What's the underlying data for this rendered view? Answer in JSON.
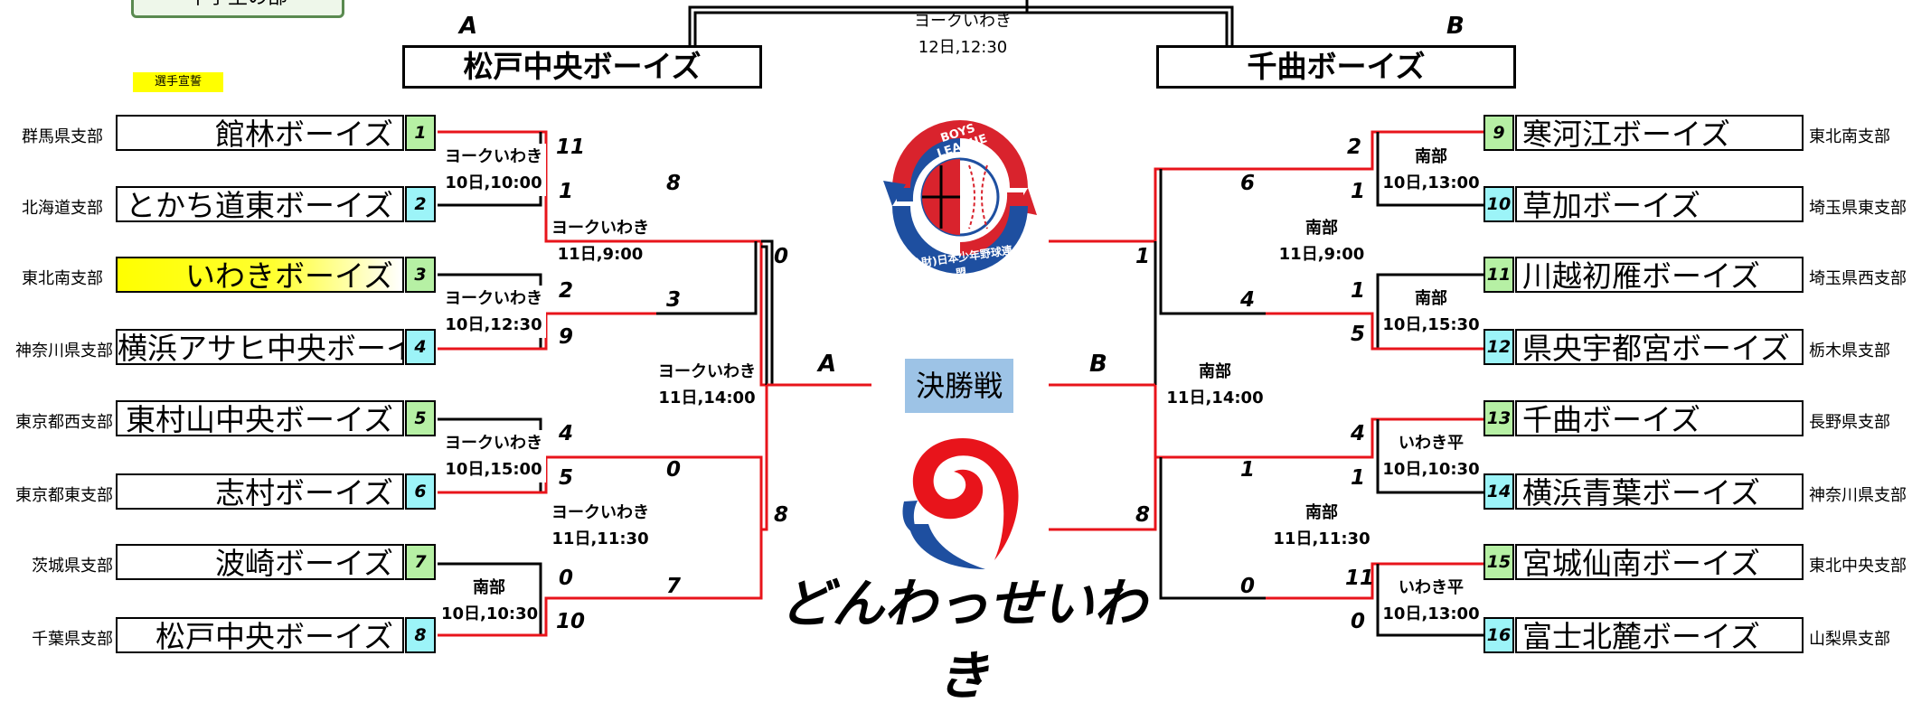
{
  "header": {
    "division_label": "中学生の部",
    "pledge_label": "選手宣誓",
    "final_venue": "ヨークいわき",
    "final_date": "12日,12:30",
    "block_a_label": "A",
    "block_b_label": "B",
    "block_a_winner": "松戸中央ボーイズ",
    "block_b_winner": "千曲ボーイズ"
  },
  "center": {
    "semifinal_label": "決勝戦",
    "a_marker": "A",
    "b_marker": "B",
    "logo_league": "BOYS LEAGUE",
    "logo_org": "(公財)日本少年野球連盟",
    "event_logo_text": "どんわっせいわき"
  },
  "colors": {
    "win_line": "#e8141b",
    "lose_line": "#000000",
    "seed_green": "#b6f0a4",
    "seed_cyan": "#9cf4f8",
    "highlight": "#ffff00",
    "semifinal_box": "#9dc3e6",
    "pledge_box": "#ffff00"
  },
  "left_teams": [
    {
      "branch": "群馬県支部",
      "name": "館林ボーイズ",
      "seed": "1"
    },
    {
      "branch": "北海道支部",
      "name": "とかち道東ボーイズ",
      "seed": "2"
    },
    {
      "branch": "東北南支部",
      "name": "いわきボーイズ",
      "seed": "3"
    },
    {
      "branch": "神奈川県支部",
      "name": "横浜アサヒ中央ボーイズ",
      "seed": "4"
    },
    {
      "branch": "東京都西支部",
      "name": "東村山中央ボーイズ",
      "seed": "5"
    },
    {
      "branch": "東京都東支部",
      "name": "志村ボーイズ",
      "seed": "6"
    },
    {
      "branch": "茨城県支部",
      "name": "波崎ボーイズ",
      "seed": "7"
    },
    {
      "branch": "千葉県支部",
      "name": "松戸中央ボーイズ",
      "seed": "8"
    }
  ],
  "right_teams": [
    {
      "branch": "東北南支部",
      "name": "寒河江ボーイズ",
      "seed": "9"
    },
    {
      "branch": "埼玉県東支部",
      "name": "草加ボーイズ",
      "seed": "10"
    },
    {
      "branch": "埼玉県西支部",
      "name": "川越初雁ボーイズ",
      "seed": "11"
    },
    {
      "branch": "栃木県支部",
      "name": "県央宇都宮ボーイズ",
      "seed": "12"
    },
    {
      "branch": "長野県支部",
      "name": "千曲ボーイズ",
      "seed": "13"
    },
    {
      "branch": "神奈川県支部",
      "name": "横浜青葉ボーイズ",
      "seed": "14"
    },
    {
      "branch": "東北中央支部",
      "name": "宮城仙南ボーイズ",
      "seed": "15"
    },
    {
      "branch": "山梨県支部",
      "name": "富士北麓ボーイズ",
      "seed": "16"
    }
  ],
  "left_r1": [
    {
      "venue": "ヨークいわき",
      "date": "10日,10:00",
      "score_top": "11",
      "score_bottom": "1"
    },
    {
      "venue": "ヨークいわき",
      "date": "10日,12:30",
      "score_top": "2",
      "score_bottom": "9"
    },
    {
      "venue": "ヨークいわき",
      "date": "10日,15:00",
      "score_top": "4",
      "score_bottom": "5"
    },
    {
      "venue": "南部",
      "date": "10日,10:30",
      "score_top": "0",
      "score_bottom": "10"
    }
  ],
  "left_r2": [
    {
      "venue": "ヨークいわき",
      "date": "11日,9:00",
      "score_top": "8",
      "score_bottom": "3"
    },
    {
      "venue": "ヨークいわき",
      "date": "11日,11:30",
      "score_top": "0",
      "score_bottom": "7"
    }
  ],
  "left_r3": {
    "venue": "ヨークいわき",
    "date": "11日,14:00",
    "score_top": "0",
    "score_bottom": "8"
  },
  "right_r1": [
    {
      "venue": "南部",
      "date": "10日,13:00",
      "score_top": "2",
      "score_bottom": "1"
    },
    {
      "venue": "南部",
      "date": "10日,15:30",
      "score_top": "1",
      "score_bottom": "5"
    },
    {
      "venue": "いわき平",
      "date": "10日,10:30",
      "score_top": "4",
      "score_bottom": "1"
    },
    {
      "venue": "いわき平",
      "date": "10日,13:00",
      "score_top": "11",
      "score_bottom": "0"
    }
  ],
  "right_r2": [
    {
      "venue": "南部",
      "date": "11日,9:00",
      "score_top": "6",
      "score_bottom": "4"
    },
    {
      "venue": "南部",
      "date": "11日,11:30",
      "score_top": "1",
      "score_bottom": "0"
    }
  ],
  "right_r3": {
    "venue": "南部",
    "date": "11日,14:00",
    "score_top": "1",
    "score_bottom": "8"
  }
}
